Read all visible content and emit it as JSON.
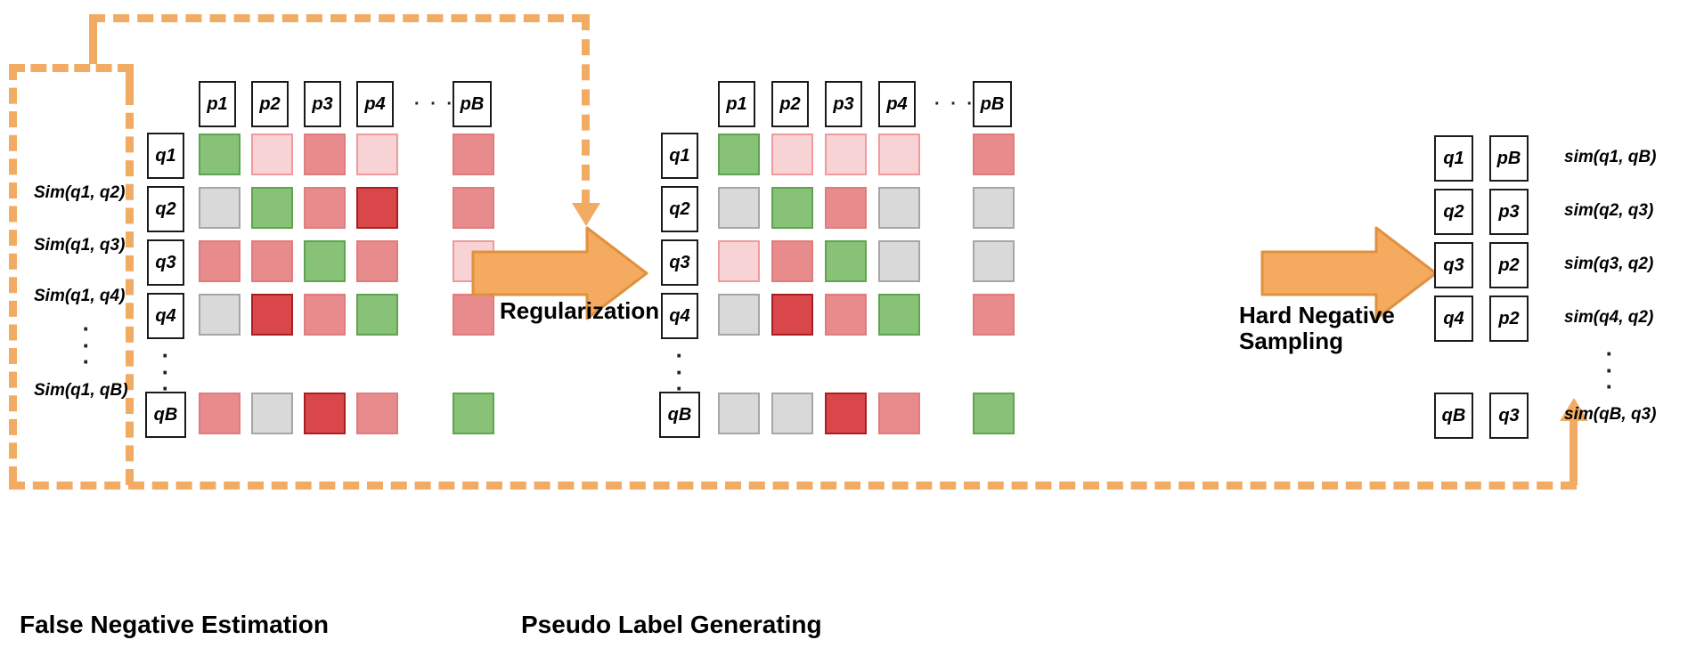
{
  "diagram": {
    "title_hidden": "",
    "accent_color": "#f2ab63",
    "colors": {
      "green": "#87c278",
      "gray": "#d9d9d9",
      "red_lightest": "#f7d3d5",
      "red_light": "#f0a7a8",
      "red_medium": "#e88b8d",
      "red_dark": "#d9474b"
    }
  },
  "captions": {
    "false_negative_estimation": "False Negative Estimation",
    "pseudo_label_generating": "Pseudo Label Generating"
  },
  "steps": {
    "regularization": "Regularization",
    "hard_negative_sampling_line1": "Hard Negative",
    "hard_negative_sampling_line2": "Sampling"
  },
  "sim_labels_left": [
    "Sim(q1, q2)",
    "Sim(q1, q3)",
    "Sim(q1, q4)",
    "Sim(q1, qB)"
  ],
  "matrix_a": {
    "name": "similarity-matrix-before-regularization",
    "col_headers": [
      "p1",
      "p2",
      "p3",
      "p4",
      "pB"
    ],
    "col_ellipsis": "· · ·",
    "row_headers": [
      "q1",
      "q2",
      "q3",
      "q4",
      "qB"
    ],
    "row_ellipsis": "·\n·\n·",
    "cells": [
      [
        "green",
        "red_lightest",
        "red_medium",
        "red_lightest",
        "red_medium"
      ],
      [
        "gray",
        "green",
        "red_medium",
        "red_dark",
        "red_medium"
      ],
      [
        "red_medium",
        "red_medium",
        "green",
        "red_medium",
        "red_lightest"
      ],
      [
        "gray",
        "red_dark",
        "red_medium",
        "green",
        "red_medium"
      ],
      [
        "red_medium",
        "gray",
        "red_dark",
        "red_medium",
        "green"
      ]
    ]
  },
  "matrix_b": {
    "name": "similarity-matrix-after-regularization",
    "col_headers": [
      "p1",
      "p2",
      "p3",
      "p4",
      "pB"
    ],
    "col_ellipsis": "· · ·",
    "row_headers": [
      "q1",
      "q2",
      "q3",
      "q4",
      "qB"
    ],
    "row_ellipsis": "·\n·\n·",
    "cells": [
      [
        "green",
        "red_lightest",
        "red_lightest",
        "red_lightest",
        "red_medium"
      ],
      [
        "gray",
        "green",
        "red_medium",
        "gray",
        "gray"
      ],
      [
        "red_lightest",
        "red_medium",
        "green",
        "gray",
        "gray"
      ],
      [
        "gray",
        "red_dark",
        "red_medium",
        "green",
        "red_medium"
      ],
      [
        "gray",
        "gray",
        "red_dark",
        "red_medium",
        "green"
      ]
    ]
  },
  "pairs": {
    "name": "hard-negative-pairs",
    "rows": [
      {
        "query": "q1",
        "passage": "pB",
        "sim": "sim(q1, qB)"
      },
      {
        "query": "q2",
        "passage": "p3",
        "sim": "sim(q2, q3)"
      },
      {
        "query": "q3",
        "passage": "p2",
        "sim": "sim(q3, q2)"
      },
      {
        "query": "q4",
        "passage": "p2",
        "sim": "sim(q4, q2)"
      },
      {
        "query": "qB",
        "passage": "q3",
        "sim": "sim(qB, q3)"
      }
    ],
    "row_ellipsis": "·\n·\n·"
  }
}
